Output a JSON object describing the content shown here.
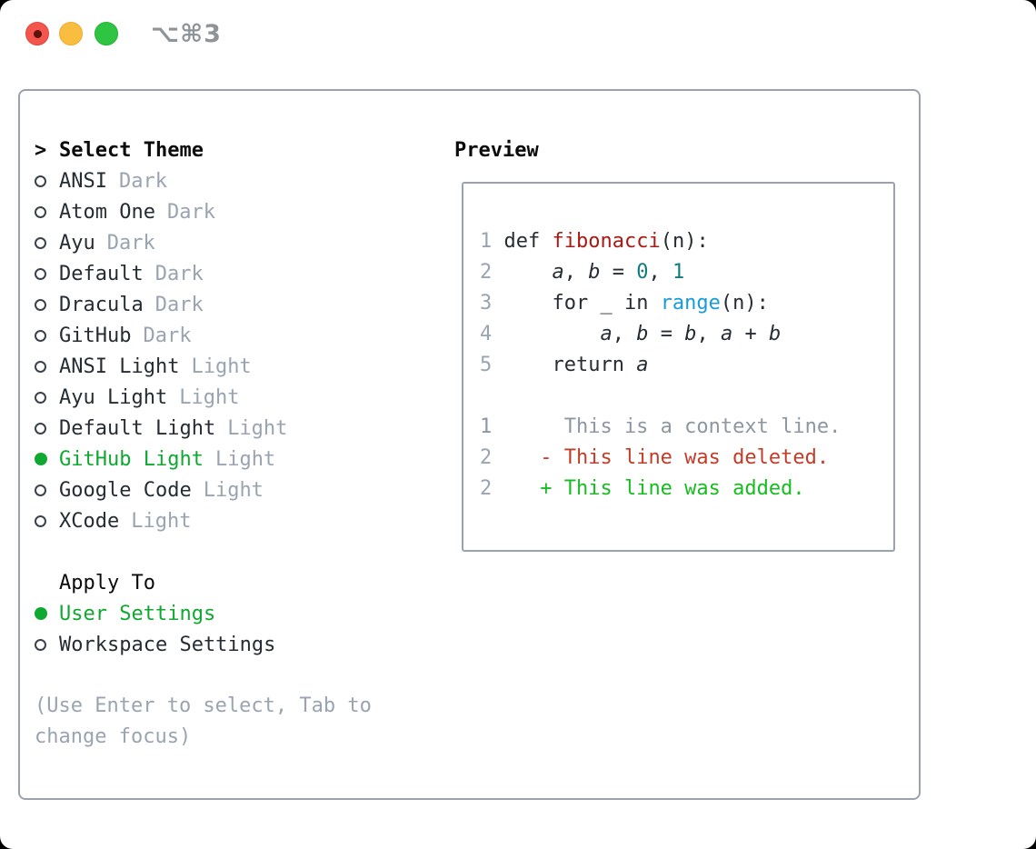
{
  "window": {
    "title": "⌥⌘3",
    "traffic_lights": {
      "close_color": "#f4564e",
      "minimize_color": "#f9bd3f",
      "zoom_color": "#2fc441"
    }
  },
  "colors": {
    "panel_border": "#9aa2ad",
    "text_dark": "#262c33",
    "text_muted": "#9aa4b1",
    "accent_green": "#0fa830",
    "diff_added_green": "#16bd20",
    "diff_deleted_red": "#c33c28",
    "syntax_function_red": "#a81b15",
    "syntax_number_teal": "#0e7c7c",
    "syntax_builtin_blue": "#189bd8"
  },
  "theme_panel": {
    "header": {
      "marker": ">",
      "label": "Select Theme"
    },
    "themes": [
      {
        "name": "ANSI",
        "variant": "Dark",
        "selected": false
      },
      {
        "name": "Atom One",
        "variant": "Dark",
        "selected": false
      },
      {
        "name": "Ayu",
        "variant": "Dark",
        "selected": false
      },
      {
        "name": "Default",
        "variant": "Dark",
        "selected": false
      },
      {
        "name": "Dracula",
        "variant": "Dark",
        "selected": false
      },
      {
        "name": "GitHub",
        "variant": "Dark",
        "selected": false
      },
      {
        "name": "ANSI Light",
        "variant": "Light",
        "selected": false
      },
      {
        "name": "Ayu Light",
        "variant": "Light",
        "selected": false
      },
      {
        "name": "Default Light",
        "variant": "Light",
        "selected": false
      },
      {
        "name": "GitHub Light",
        "variant": "Light",
        "selected": true
      },
      {
        "name": "Google Code",
        "variant": "Light",
        "selected": false
      },
      {
        "name": "XCode",
        "variant": "Light",
        "selected": false
      }
    ],
    "apply_to": {
      "header": "Apply To",
      "options": [
        {
          "label": "User Settings",
          "selected": true
        },
        {
          "label": "Workspace Settings",
          "selected": false
        }
      ]
    },
    "help_text": "(Use Enter to select, Tab to change focus)"
  },
  "preview": {
    "header": "Preview",
    "lines": [
      {
        "segments": [
          {
            "type": "line-number",
            "text": "1 "
          },
          {
            "type": "plain",
            "text": "def "
          },
          {
            "type": "function",
            "text": "fibonacci"
          },
          {
            "type": "plain",
            "text": "(n):"
          }
        ]
      },
      {
        "segments": [
          {
            "type": "line-number",
            "text": "2 "
          },
          {
            "type": "plain",
            "text": "    "
          },
          {
            "type": "variable",
            "text": "a"
          },
          {
            "type": "plain",
            "text": ", "
          },
          {
            "type": "variable",
            "text": "b"
          },
          {
            "type": "plain",
            "text": " = "
          },
          {
            "type": "number",
            "text": "0"
          },
          {
            "type": "plain",
            "text": ", "
          },
          {
            "type": "number",
            "text": "1"
          }
        ]
      },
      {
        "segments": [
          {
            "type": "line-number",
            "text": "3 "
          },
          {
            "type": "plain",
            "text": "    for _ in "
          },
          {
            "type": "builtin",
            "text": "range"
          },
          {
            "type": "plain",
            "text": "(n):"
          }
        ]
      },
      {
        "segments": [
          {
            "type": "line-number",
            "text": "4 "
          },
          {
            "type": "plain",
            "text": "        "
          },
          {
            "type": "variable",
            "text": "a"
          },
          {
            "type": "plain",
            "text": ", "
          },
          {
            "type": "variable",
            "text": "b"
          },
          {
            "type": "plain",
            "text": " = "
          },
          {
            "type": "variable",
            "text": "b"
          },
          {
            "type": "plain",
            "text": ", "
          },
          {
            "type": "variable",
            "text": "a"
          },
          {
            "type": "plain",
            "text": " + "
          },
          {
            "type": "variable",
            "text": "b"
          }
        ]
      },
      {
        "segments": [
          {
            "type": "line-number",
            "text": "5 "
          },
          {
            "type": "plain",
            "text": "    return "
          },
          {
            "type": "variable",
            "text": "a"
          }
        ]
      },
      {
        "segments": []
      },
      {
        "segments": [
          {
            "type": "context",
            "text": "1      This is a context line."
          }
        ]
      },
      {
        "segments": [
          {
            "type": "line-number",
            "text": "2    "
          },
          {
            "type": "deleted",
            "text": "- This line was deleted."
          }
        ]
      },
      {
        "segments": [
          {
            "type": "line-number",
            "text": "2    "
          },
          {
            "type": "added",
            "text": "+ This line was added."
          }
        ]
      }
    ]
  }
}
